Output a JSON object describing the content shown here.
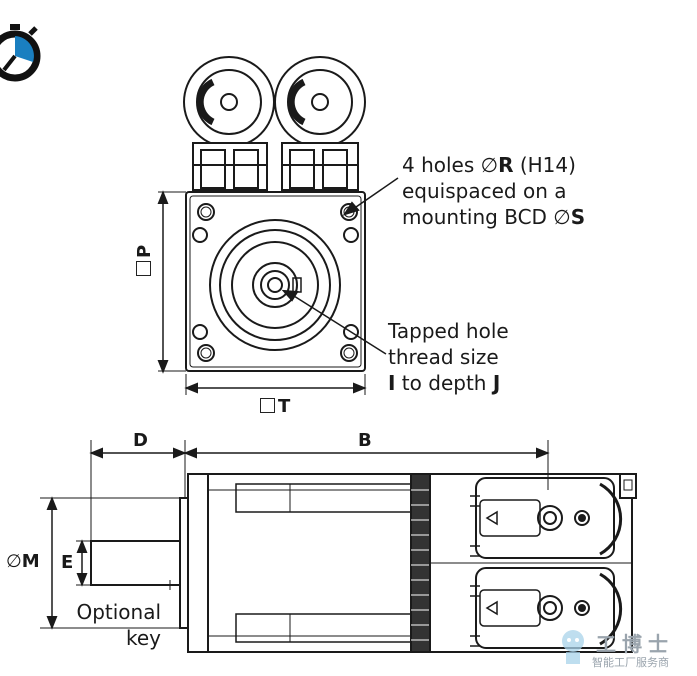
{
  "annotations": {
    "holes": {
      "line1": "4 holes ∅",
      "r": "R",
      "line1_tail": " (H14)",
      "line2": "equispaced on a",
      "line3": "mounting BCD ∅",
      "s": "S"
    },
    "tapped": {
      "line1": "Tapped hole",
      "line2": "thread size",
      "i": "I",
      "line3_mid": " to depth ",
      "j": "J"
    },
    "optional_key": {
      "line1": "Optional",
      "line2": "key"
    }
  },
  "dimensions": {
    "p": "P",
    "t": "T",
    "d": "D",
    "b": "B",
    "m_prefix": "∅",
    "m": "M",
    "e": "E"
  },
  "watermark": {
    "brand": "工博士",
    "tagline": "智能工厂服务商"
  },
  "colors": {
    "line": "#1a1a1a",
    "accent": "#1a7fc0",
    "watermark": "#9aa4ad"
  },
  "icons": {
    "badge": "stopwatch-icon"
  }
}
